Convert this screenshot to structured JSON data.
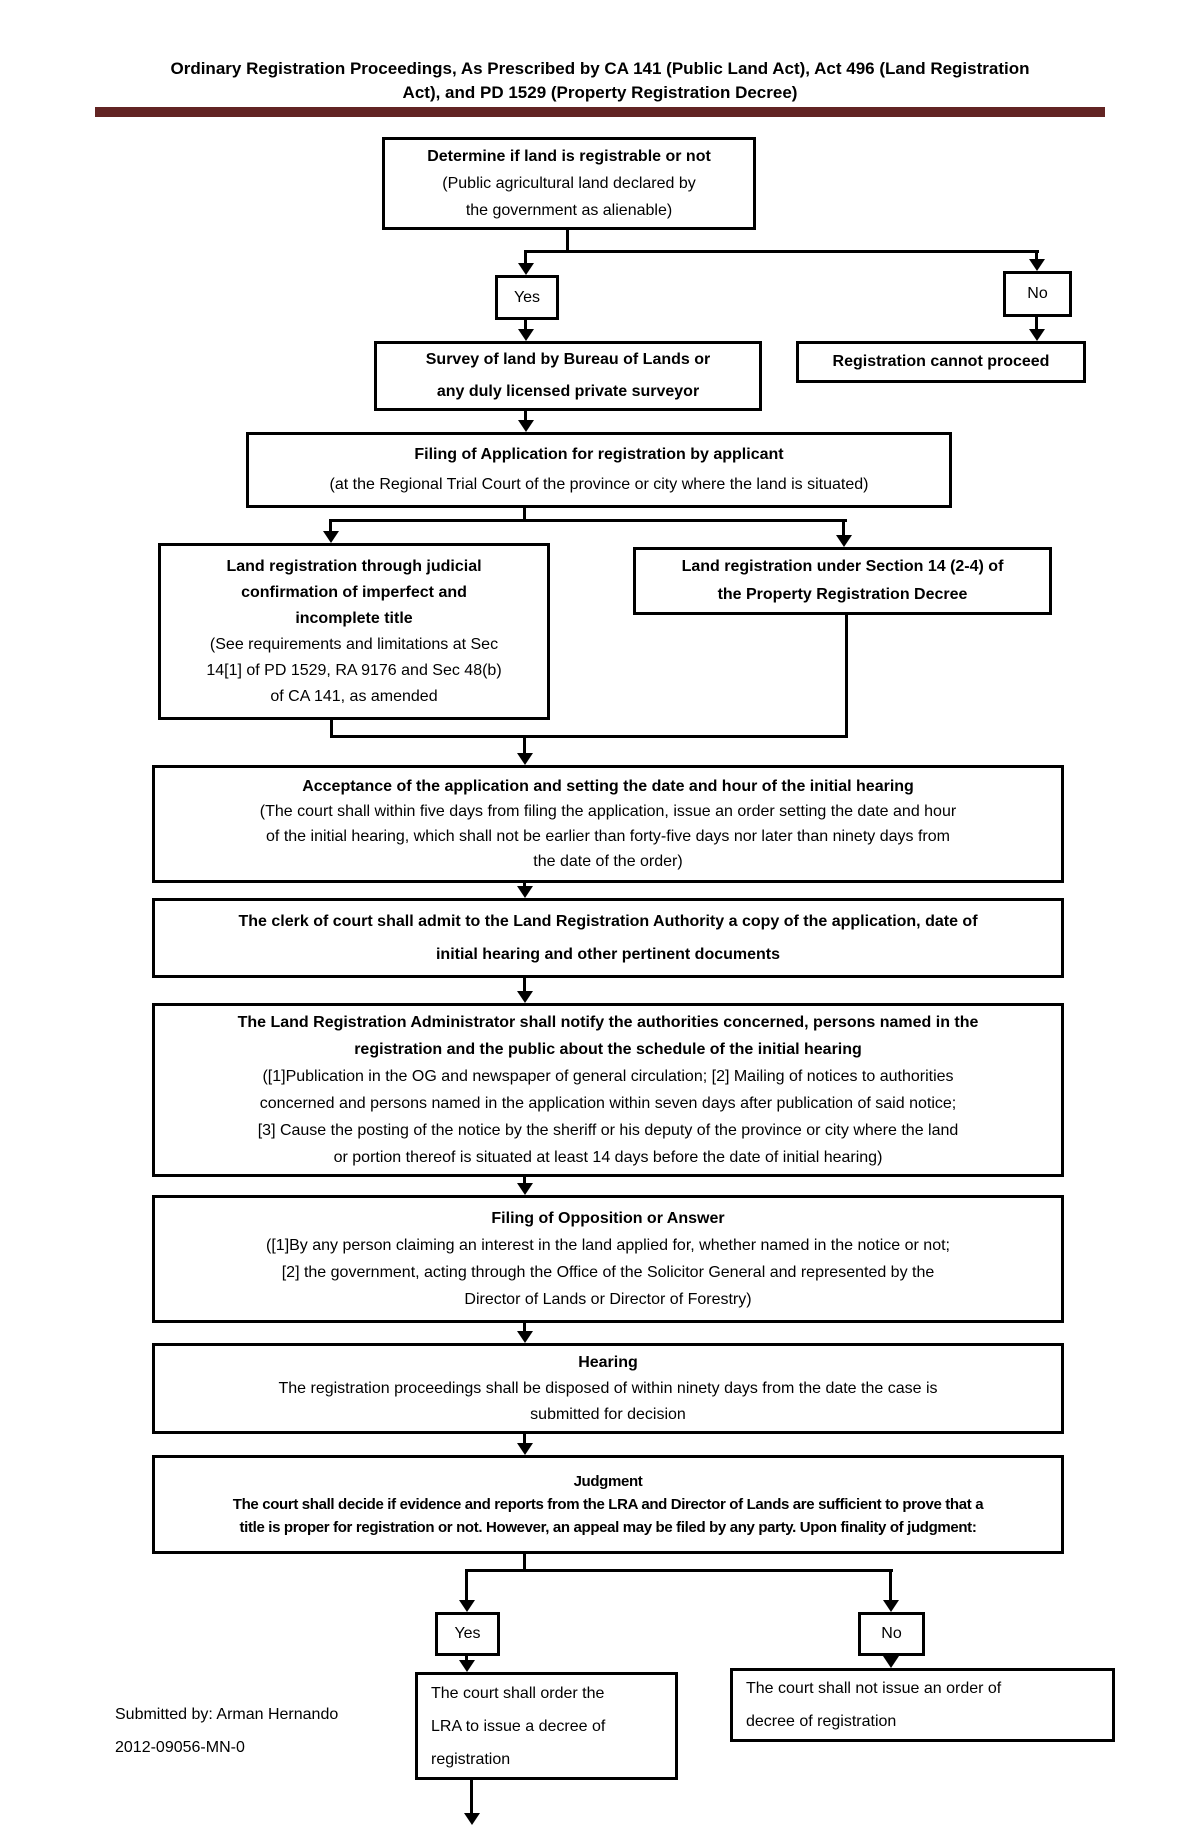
{
  "page": {
    "title_line1": "Ordinary Registration Proceedings, As Prescribed by CA 141 (Public Land Act), Act 496 (Land Registration",
    "title_line2": "Act), and PD 1529 (Property Registration Decree)",
    "accent_color": "#622423",
    "footer_line1": "Submitted by: Arman Hernando",
    "footer_line2": "2012-09056-MN-0"
  },
  "flow": {
    "determine": {
      "lines": [
        "Determine if land is registrable or not",
        "(Public agricultural land declared by",
        "the government as alienable)"
      ]
    },
    "decision1": {
      "yes": "Yes",
      "no": "No"
    },
    "survey": {
      "lines": [
        "Survey of land by Bureau of Lands or",
        "any duly licensed private surveyor"
      ]
    },
    "cannot_proceed": {
      "label": "Registration cannot proceed"
    },
    "filing": {
      "lines": [
        "Filing of Application for registration by applicant",
        "(at the Regional Trial Court of the province or city where the land is situated)"
      ]
    },
    "judicial": {
      "lines": [
        "Land registration through  judicial",
        "confirmation of imperfect and",
        "incomplete title",
        "(See requirements and limitations at Sec",
        "14[1] of PD 1529, RA 9176 and Sec 48(b)",
        "of CA 141, as amended"
      ]
    },
    "section14": {
      "lines": [
        "Land registration under Section 14 (2-4) of",
        "the Property Registration Decree"
      ]
    },
    "acceptance": {
      "lines": [
        "Acceptance of the application and setting the date and hour of the initial hearing",
        "(The court shall within five days from filing the application, issue an order setting the date and hour",
        "of the initial hearing, which shall not be earlier than forty-five days nor later than ninety days from",
        "the date of the order)"
      ]
    },
    "clerk": {
      "lines": [
        "The clerk of court shall admit to the Land Registration Authority a copy of the application, date of",
        "initial hearing and other pertinent documents"
      ]
    },
    "notify": {
      "lines": [
        "The Land Registration Administrator shall notify the authorities concerned, persons named in the",
        "registration and the public about the schedule of the initial hearing",
        "([1]Publication in the OG and newspaper of general circulation; [2] Mailing of notices to authorities",
        "concerned and persons named in the application within seven days after publication of said notice;",
        "[3] Cause the posting of the notice by the sheriff or his deputy of the province or city where the land",
        "or portion thereof is situated at least 14 days before the date of initial hearing)"
      ]
    },
    "opposition": {
      "lines": [
        "Filing of Opposition or Answer",
        "([1]By any person claiming an interest in the land applied for, whether named in the notice or not;",
        "[2] the government, acting through the Office of the Solicitor General and represented by the",
        "Director of Lands or Director of Forestry)"
      ]
    },
    "hearing": {
      "lines": [
        "Hearing",
        "The registration proceedings shall be disposed of within ninety days from the date the case is",
        "submitted for decision"
      ]
    },
    "judgment": {
      "lines": [
        "Judgment",
        "The court shall decide if evidence and reports from the LRA and Director of Lands are sufficient to prove that a",
        "title is proper for registration or not.  However, an appeal may be filed by any party. Upon finality of judgment:"
      ]
    },
    "decision2": {
      "yes": "Yes",
      "no": "No"
    },
    "court_order": {
      "lines": [
        "The court shall order the",
        "LRA to issue a decree of",
        "registration"
      ]
    },
    "no_order": {
      "lines": [
        "The court shall not issue an order of",
        "decree of registration"
      ]
    }
  }
}
